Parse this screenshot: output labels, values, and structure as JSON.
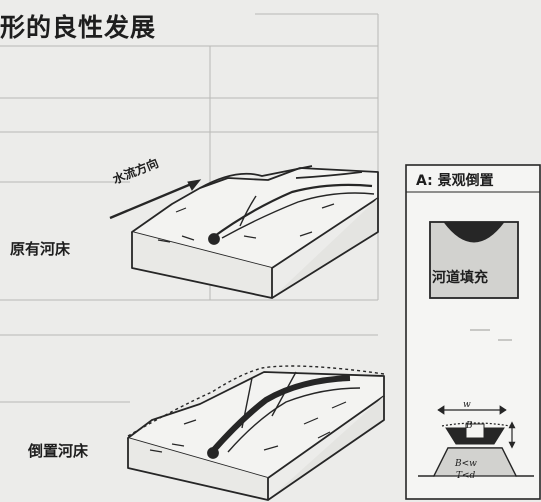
{
  "heading": "形的良性发展",
  "labels": {
    "original_bed": "原有河床",
    "inverted_bed": "倒置河床",
    "flow_direction": "水流方向"
  },
  "panel": {
    "title": "A: 景观倒置",
    "fill_label": "河道填充",
    "w_label": "w",
    "b_label": "B",
    "condition_1": "B<w",
    "condition_2": "T<d"
  }
}
